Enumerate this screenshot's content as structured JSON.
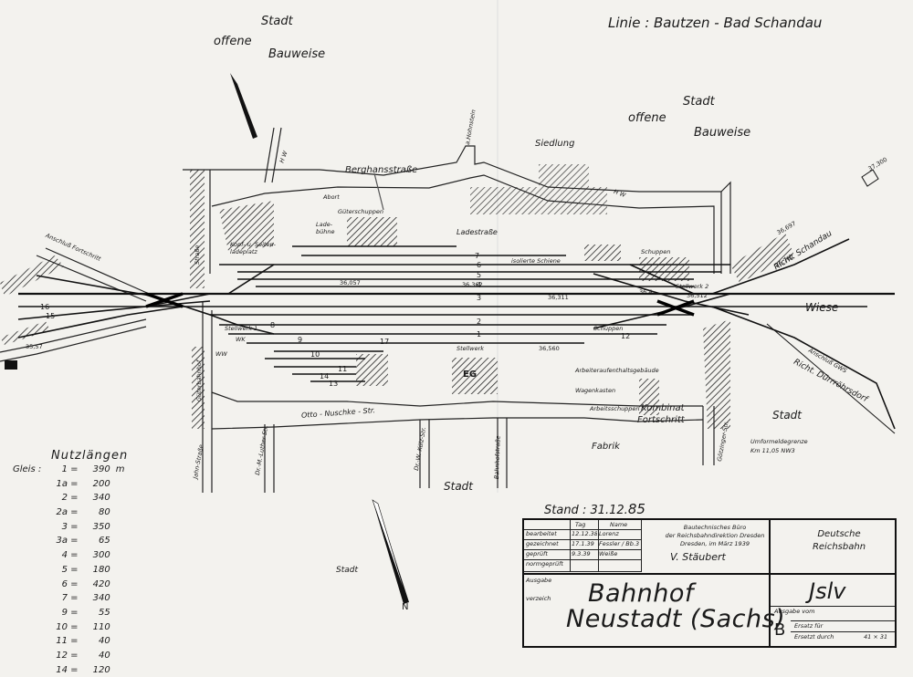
{
  "header": {
    "line": "Linie : Bautzen - Bad Schandau"
  },
  "area_labels": {
    "stadt_nw": "Stadt",
    "offene_nw": "offene",
    "bauweise_nw": "Bauweise",
    "stadt_ne": "Stadt",
    "offene_ne": "offene",
    "bauweise_ne": "Bauweise",
    "siedlung": "Siedlung",
    "wiese": "Wiese",
    "stadt_e": "Stadt",
    "stadt_s": "Stadt",
    "stadt_sw": "Stadt",
    "fabrik": "Fabrik",
    "kombinat": "Kombinat",
    "fortschritt": "Fortschritt"
  },
  "streets": {
    "berghans": "Berghansstraße",
    "ladestrasse": "Ladestraße",
    "otto": "Otto - Nuschke - Str.",
    "jahn": "Jahn-Straße",
    "mluther": "Dr.-M.-Luther-Str.",
    "wkuelz": "Dr.-W.-Külz-Str.",
    "bahnhof": "Bahnhofstraße",
    "goetzinger": "Götzinger-Str.",
    "hohnstein": "a.Hohnstein",
    "strasse_w": "Straße",
    "gueterbahnhof": "Güterbahnhof",
    "hw1": "H W",
    "hw2": "H W"
  },
  "directions": {
    "schandau": "Richt. Schandau",
    "duernroehrsdorf": "Richt. Dürrröhrsdorf",
    "anschluss_fortschritt": "Anschluß Fortschritt",
    "anschluss_gws": "Anschluß GWS"
  },
  "buildings": {
    "gueterschuppen": "Güterschuppen",
    "ladebuehne": "Lade-bühne",
    "kopf_seitenrampe": "Kopf- u. Seiten-ladeplatz",
    "stellwerk1": "Stellwerk 1",
    "stellwerk2": "Stellwerk 2",
    "eg": "EG",
    "schuppen1": "Schuppen",
    "schuppen2": "Schuppen",
    "arbeiter": "Arbeiteraufenthaltsgebäude",
    "wagenkasten": "Wagenkasten",
    "arbeitsschuppen": "Arbeitsschuppen",
    "isolierte": "isolierte Schiene",
    "abort": "Abort",
    "wk": "WK",
    "ww": "WW",
    "stellwerk_small": "Stellwerk"
  },
  "track_numbers": [
    "7",
    "6",
    "5",
    "4",
    "3",
    "2",
    "1",
    "12",
    "8",
    "9",
    "10",
    "11",
    "16",
    "15",
    "14",
    "13",
    "17"
  ],
  "km_marks": {
    "k1": "37,300",
    "k2": "35,57",
    "k3": "36,057",
    "k4": "36,362",
    "k5": "36,311",
    "k6": "36,560",
    "k7": "36,4",
    "k8": "36,512",
    "k9": "36,697",
    "k10": "36,702"
  },
  "border": {
    "line1": "Umformeldegrenze",
    "line2": "Km 11,05  NW3"
  },
  "compass": {
    "north": "N"
  },
  "stand": {
    "label": "Stand : 31.12.",
    "suffix": "85"
  },
  "nutzlaengen": {
    "title": "Nutzlängen",
    "gleis_label": "Gleis :",
    "unit": "m",
    "rows": [
      {
        "gleis": "1",
        "len": "390"
      },
      {
        "gleis": "1a",
        "len": "200"
      },
      {
        "gleis": "2",
        "len": "340"
      },
      {
        "gleis": "2a",
        "len": "80"
      },
      {
        "gleis": "3",
        "len": "350"
      },
      {
        "gleis": "3a",
        "len": "65"
      },
      {
        "gleis": "4",
        "len": "300"
      },
      {
        "gleis": "5",
        "len": "180"
      },
      {
        "gleis": "6",
        "len": "420"
      },
      {
        "gleis": "7",
        "len": "340"
      },
      {
        "gleis": "9",
        "len": "55"
      },
      {
        "gleis": "10",
        "len": "110"
      },
      {
        "gleis": "11",
        "len": "40"
      },
      {
        "gleis": "12",
        "len": "40"
      },
      {
        "gleis": "14",
        "len": "120"
      }
    ]
  },
  "titleblock": {
    "col_tag": "Tag",
    "col_name": "Name",
    "rows": [
      {
        "label": "bearbeitet",
        "tag": "12.12.38",
        "name": "Lorenz"
      },
      {
        "label": "gezeichnet",
        "tag": "17.1.39",
        "name": "Fessler / Bb.3"
      },
      {
        "label": "geprüft",
        "tag": "9.3.39",
        "name": "Weiße"
      },
      {
        "label": "normgeprüft",
        "tag": "",
        "name": ""
      }
    ],
    "buero_l1": "Bautechnisches Büro",
    "buero_l2": "der Reichsbahndirektion Dresden",
    "buero_l3": "Dresden, im März 1939",
    "signature": "V. Stäubert",
    "db_l1": "Deutsche",
    "db_l2": "Reichsbahn",
    "side1": "Ausgabe",
    "side2": "verzeich",
    "title_l1": "Bahnhof",
    "title_l2": "Neustadt (Sachs)",
    "code": "Jslv",
    "ausgabe": "Ausgabe vom",
    "ersatz_fuer": "Ersatz für",
    "ersetzt_durch": "Ersetzt durch",
    "sheet_letter": "B",
    "sheet_no": "41 × 31"
  }
}
